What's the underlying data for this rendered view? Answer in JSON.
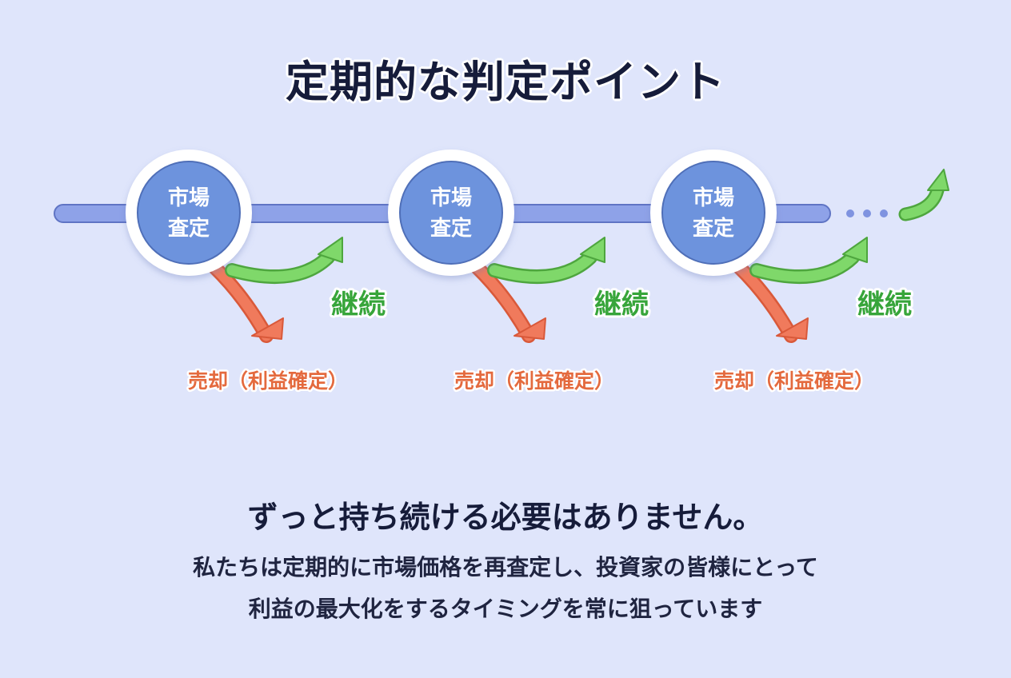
{
  "title": "定期的な判定ポイント",
  "nodes": [
    {
      "line1": "市場",
      "line2": "査定",
      "continue_label": "継続",
      "sell_label": "売却（利益確定）"
    },
    {
      "line1": "市場",
      "line2": "査定",
      "continue_label": "継続",
      "sell_label": "売却（利益確定）"
    },
    {
      "line1": "市場",
      "line2": "査定",
      "continue_label": "継続",
      "sell_label": "売却（利益確定）"
    }
  ],
  "colors": {
    "background": "#dfe5fb",
    "timeline": "#8ea2e8",
    "node_fill": "#6d93dd",
    "continue": "#7fd86a",
    "continue_text": "#37a53a",
    "sell": "#f07a5c",
    "sell_text": "#e46a3e"
  },
  "headline": "ずっと持ち続ける必要はありません。",
  "body": {
    "line1": "私たちは定期的に市場価格を再査定し、投資家の皆様にとって",
    "line2": "利益の最大化をするタイミングを常に狙っています"
  }
}
